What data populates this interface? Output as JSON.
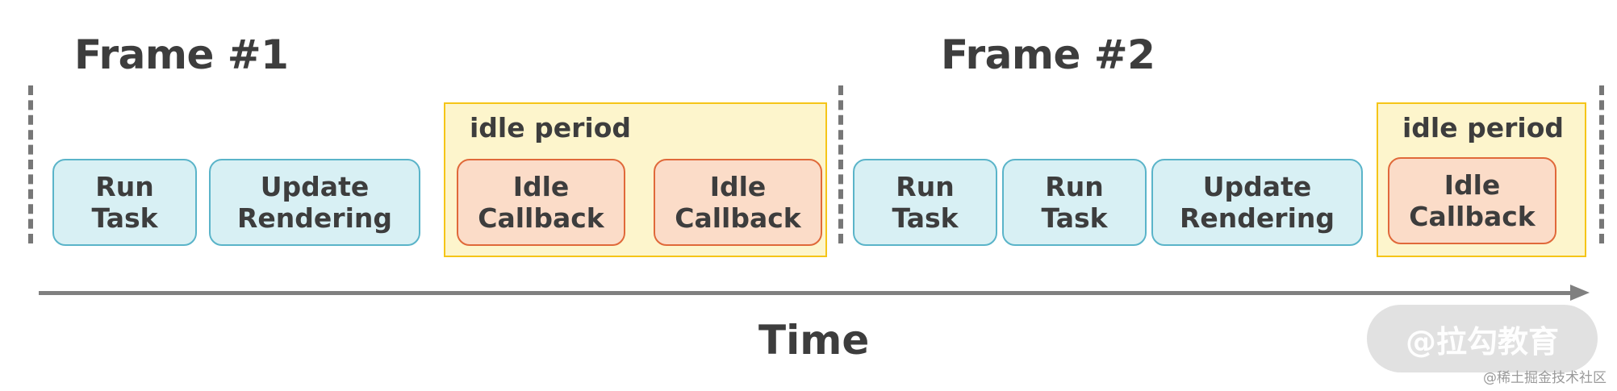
{
  "frames": [
    {
      "title": "Frame #1"
    },
    {
      "title": "Frame #2"
    }
  ],
  "idle_period_label": "idle period",
  "tasks": {
    "f1_run": "Run\nTask",
    "f1_update": "Update\nRendering",
    "f1_idle_1": "Idle\nCallback",
    "f1_idle_2": "Idle\nCallback",
    "f2_run_1": "Run\nTask",
    "f2_run_2": "Run\nTask",
    "f2_update": "Update\nRendering",
    "f2_idle": "Idle\nCallback"
  },
  "axis": {
    "label": "Time"
  },
  "watermark": {
    "brand": "@拉勾教育",
    "small": "@稀土掘金技术社区"
  },
  "colors": {
    "task_fill": "#d8f0f4",
    "task_border": "#5ab4c9",
    "callback_fill": "#fbdcc8",
    "callback_border": "#e0693a",
    "idle_fill": "#fdf5cc",
    "idle_border": "#f5c518",
    "divider": "#777777",
    "axis": "#808080"
  }
}
